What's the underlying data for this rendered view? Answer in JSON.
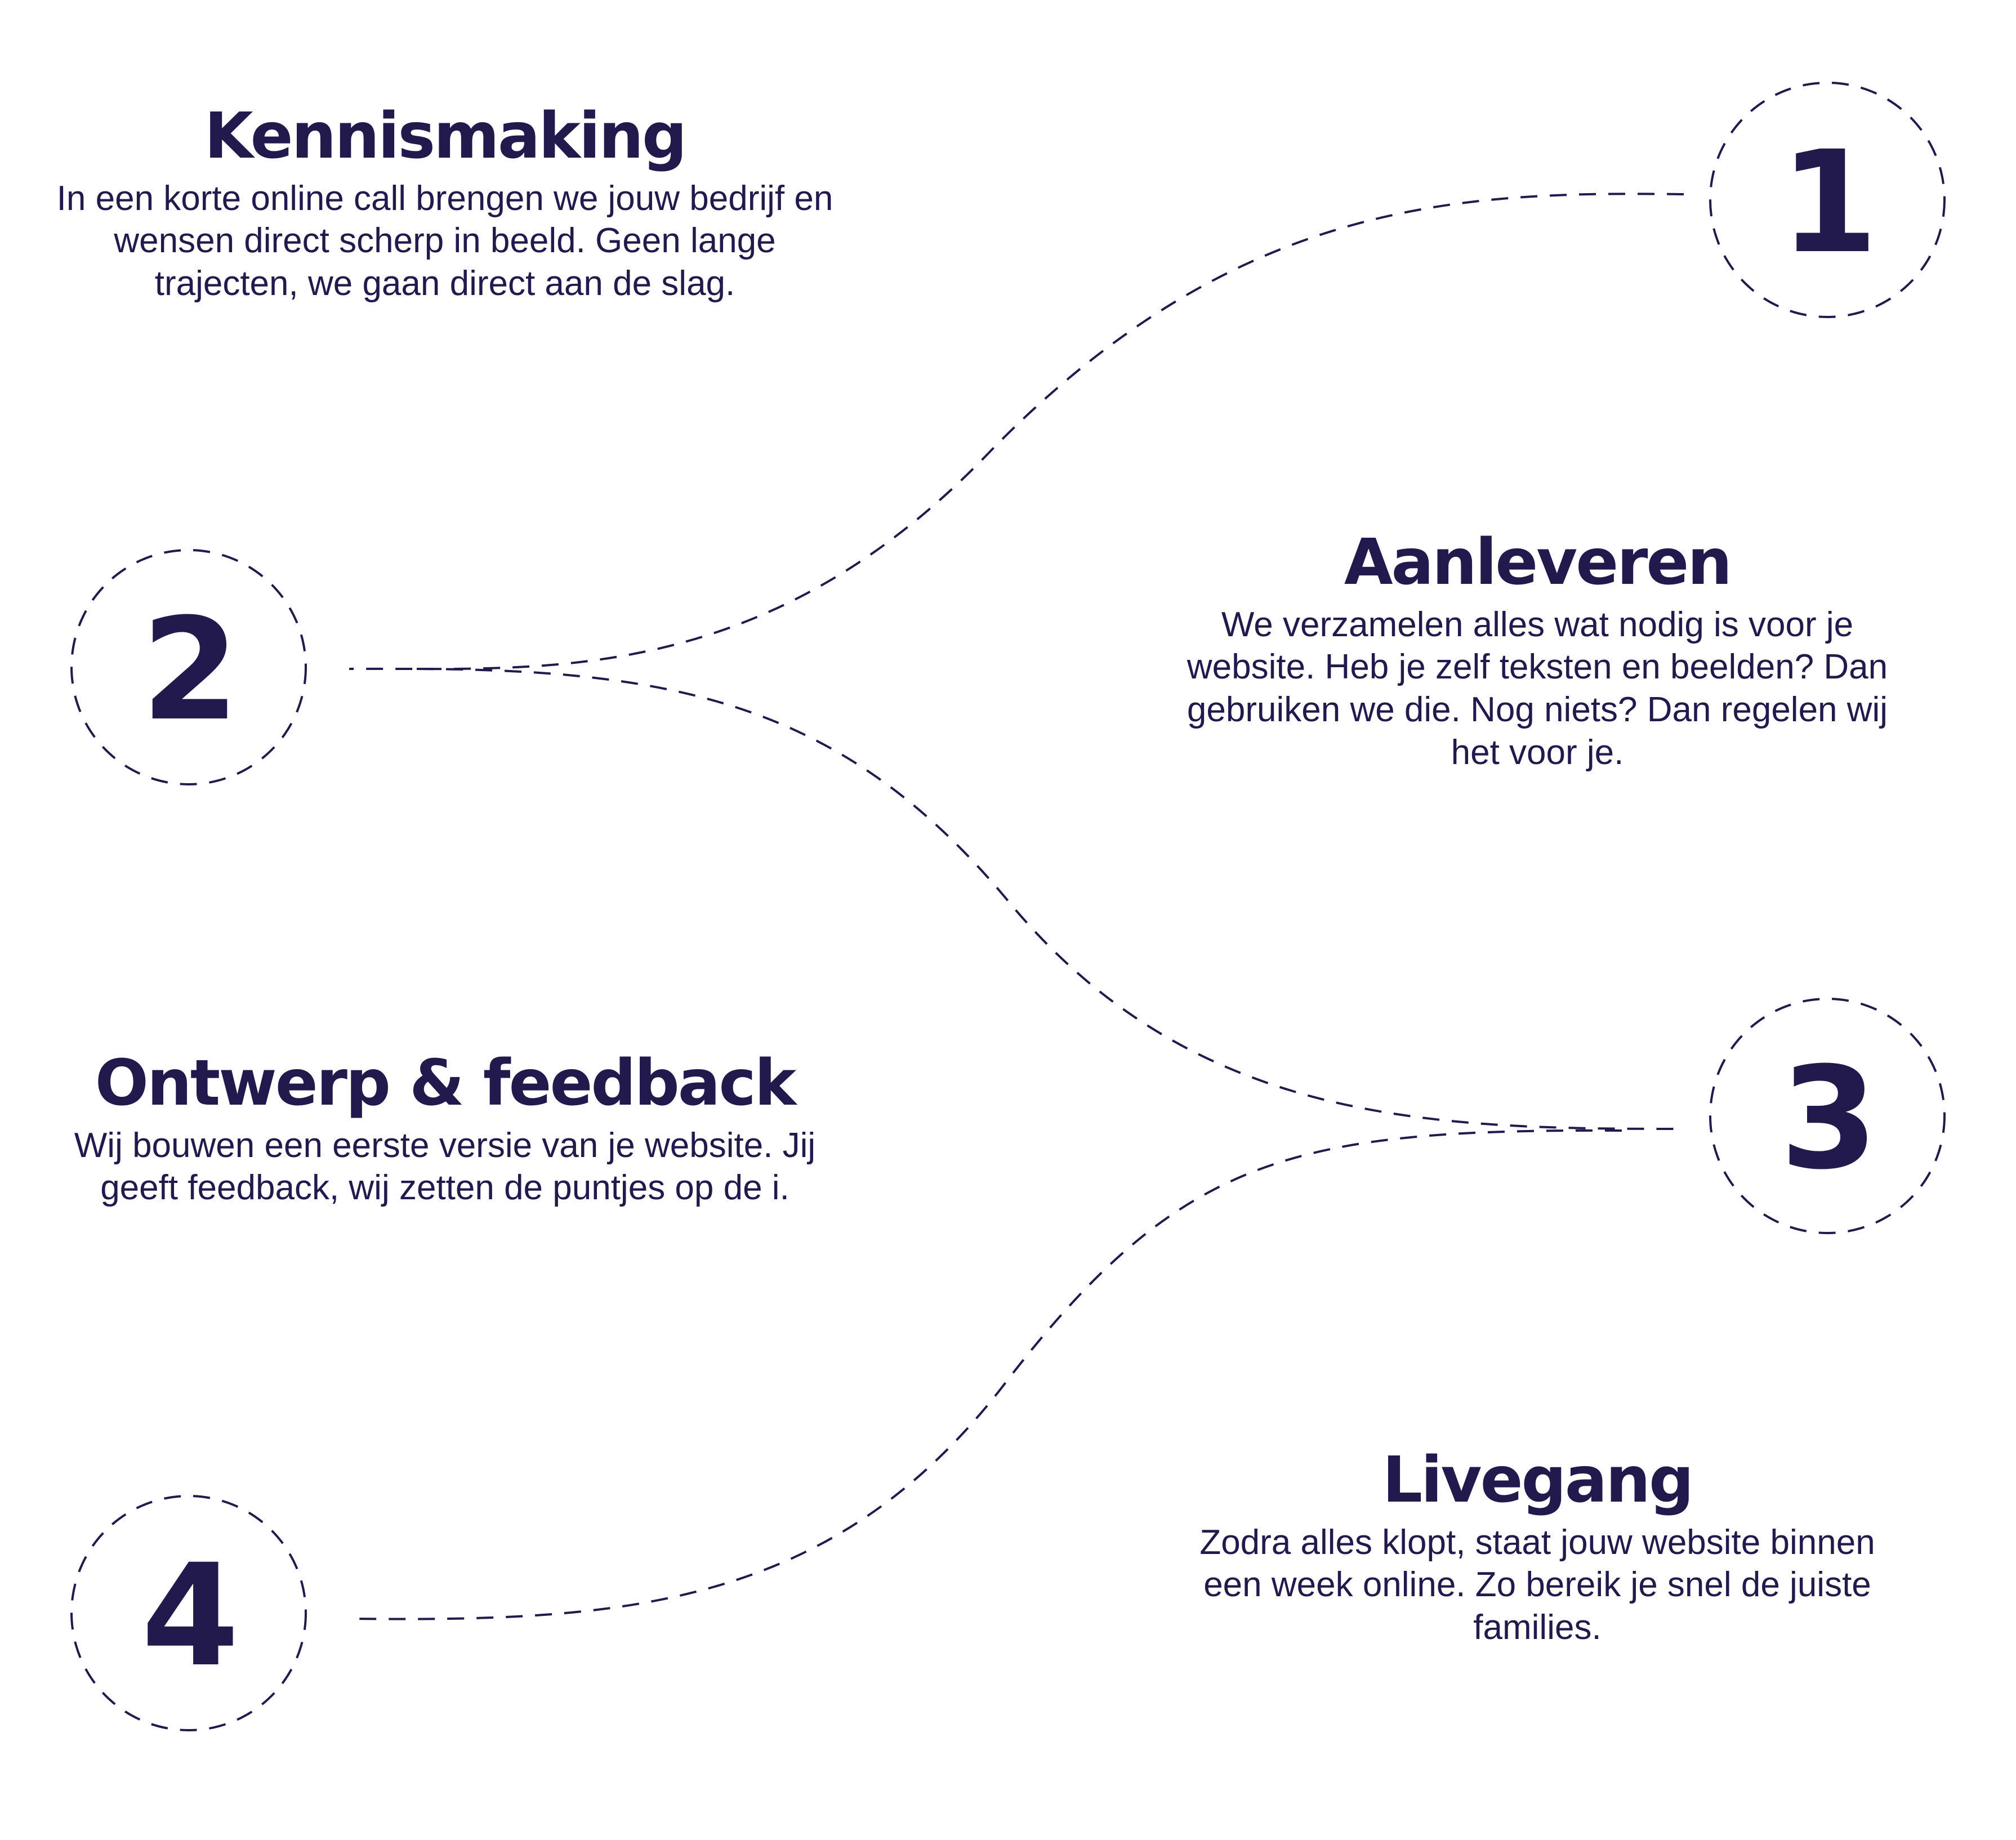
{
  "colors": {
    "primary": "#221a4d",
    "background": "#ffffff"
  },
  "steps": [
    {
      "number": "1",
      "title": "Kennismaking",
      "description": "In een korte online call brengen we jouw bedrijf en wensen direct scherp in beeld. Geen lange trajecten, we gaan direct aan de slag."
    },
    {
      "number": "2",
      "title": "Aanleveren",
      "description": "We verzamelen alles wat nodig is voor je website. Heb je zelf teksten en beelden? Dan gebruiken we die. Nog niets? Dan regelen wij het voor je."
    },
    {
      "number": "3",
      "title": "Ontwerp & feedback",
      "description": "Wij bouwen een eerste versie van je website. Jij geeft feedback, wij zetten de puntjes op de i."
    },
    {
      "number": "4",
      "title": "Livegang",
      "description": "Zodra alles klopt, staat jouw website binnen een week online. Zo bereik je snel de juiste families."
    }
  ]
}
